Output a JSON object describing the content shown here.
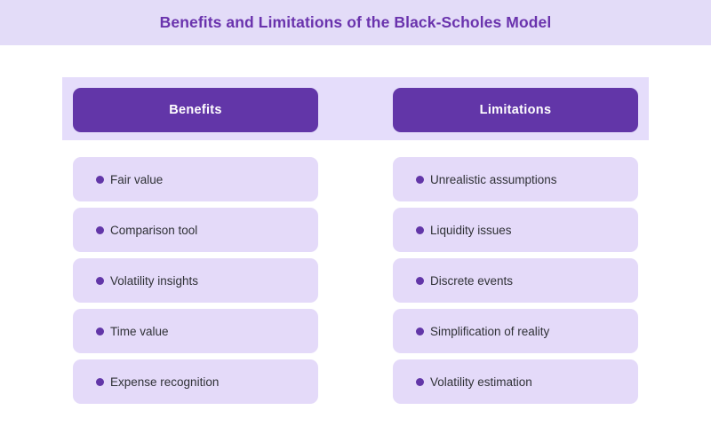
{
  "header": {
    "title": "Benefits and Limitations of the Black-Scholes Model"
  },
  "colors": {
    "banner_bg": "#e3dcf8",
    "title_text": "#6a33ad",
    "band_bg": "#e5ddfb",
    "accent": "#6236a8",
    "card_bg": "#e4daf9",
    "card_text": "#2f3136",
    "button_text": "#ffffff",
    "page_bg": "#ffffff"
  },
  "columns": [
    {
      "id": "benefits",
      "heading": "Benefits",
      "items": [
        {
          "bullet": "bullet-dot-icon",
          "label": "Fair value"
        },
        {
          "bullet": "bullet-dot-icon",
          "label": "Comparison tool"
        },
        {
          "bullet": "bullet-dot-icon",
          "label": "Volatility insights"
        },
        {
          "bullet": "bullet-dot-icon",
          "label": "Time value"
        },
        {
          "bullet": "bullet-dot-icon",
          "label": "Expense recognition"
        }
      ]
    },
    {
      "id": "limitations",
      "heading": "Limitations",
      "items": [
        {
          "bullet": "bullet-dot-icon",
          "label": "Unrealistic assumptions"
        },
        {
          "bullet": "bullet-dot-icon",
          "label": "Liquidity issues"
        },
        {
          "bullet": "bullet-dot-icon",
          "label": "Discrete events"
        },
        {
          "bullet": "bullet-dot-icon",
          "label": "Simplification of reality"
        },
        {
          "bullet": "bullet-dot-icon",
          "label": "Volatility estimation"
        }
      ]
    }
  ]
}
